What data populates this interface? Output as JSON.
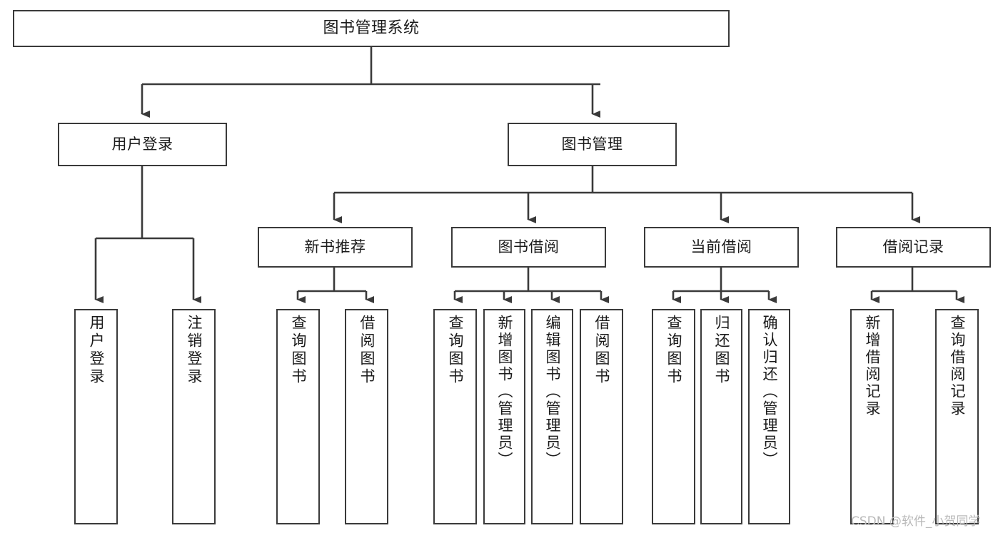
{
  "diagram": {
    "title": "图书管理系统",
    "type": "tree-hierarchy",
    "stroke_color": "#3a3a3a",
    "text_color": "#1b1b1b",
    "background_color": "#ffffff",
    "levels": 4
  },
  "nodes": {
    "root": {
      "label": "图书管理系统"
    },
    "level2": [
      {
        "label": "用户登录"
      },
      {
        "label": "图书管理"
      }
    ],
    "level3": [
      {
        "label": "新书推荐"
      },
      {
        "label": "图书借阅"
      },
      {
        "label": "当前借阅"
      },
      {
        "label": "借阅记录"
      }
    ],
    "leaves": {
      "user_login": [
        {
          "label": "用户登录"
        },
        {
          "label": "注销登录"
        }
      ],
      "new_book_recommend": [
        {
          "label": "查询图书"
        },
        {
          "label": "借阅图书"
        }
      ],
      "book_borrow": [
        {
          "label": "查询图书"
        },
        {
          "label": "新增图书（管理员）"
        },
        {
          "label": "编辑图书（管理员）"
        },
        {
          "label": "借阅图书"
        }
      ],
      "current_borrow": [
        {
          "label": "查询图书"
        },
        {
          "label": "归还图书"
        },
        {
          "label": "确认归还（管理员）"
        }
      ],
      "borrow_record": [
        {
          "label": "新增借阅记录"
        },
        {
          "label": "查询借阅记录"
        }
      ]
    }
  },
  "watermark": {
    "text": "CSDN @软件_小贺同学"
  }
}
